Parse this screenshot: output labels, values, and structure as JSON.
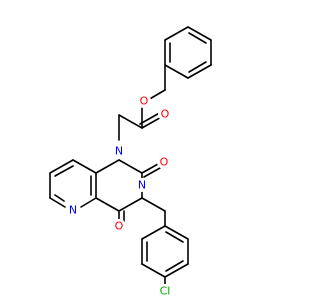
{
  "molecule": {
    "atoms": [
      {
        "id": "a1",
        "label": "O",
        "color": "#ff0000"
      },
      {
        "id": "a2",
        "label": "O",
        "color": "#ff0000"
      },
      {
        "id": "a3",
        "label": "N",
        "color": "#0000ff"
      },
      {
        "id": "a4",
        "label": "O",
        "color": "#ff0000"
      },
      {
        "id": "a5",
        "label": "N",
        "color": "#0000ff"
      },
      {
        "id": "a6",
        "label": "N",
        "color": "#0000ff"
      },
      {
        "id": "a7",
        "label": "O",
        "color": "#ff0000"
      },
      {
        "id": "a8",
        "label": "Cl",
        "color": "#00aa00"
      }
    ]
  }
}
